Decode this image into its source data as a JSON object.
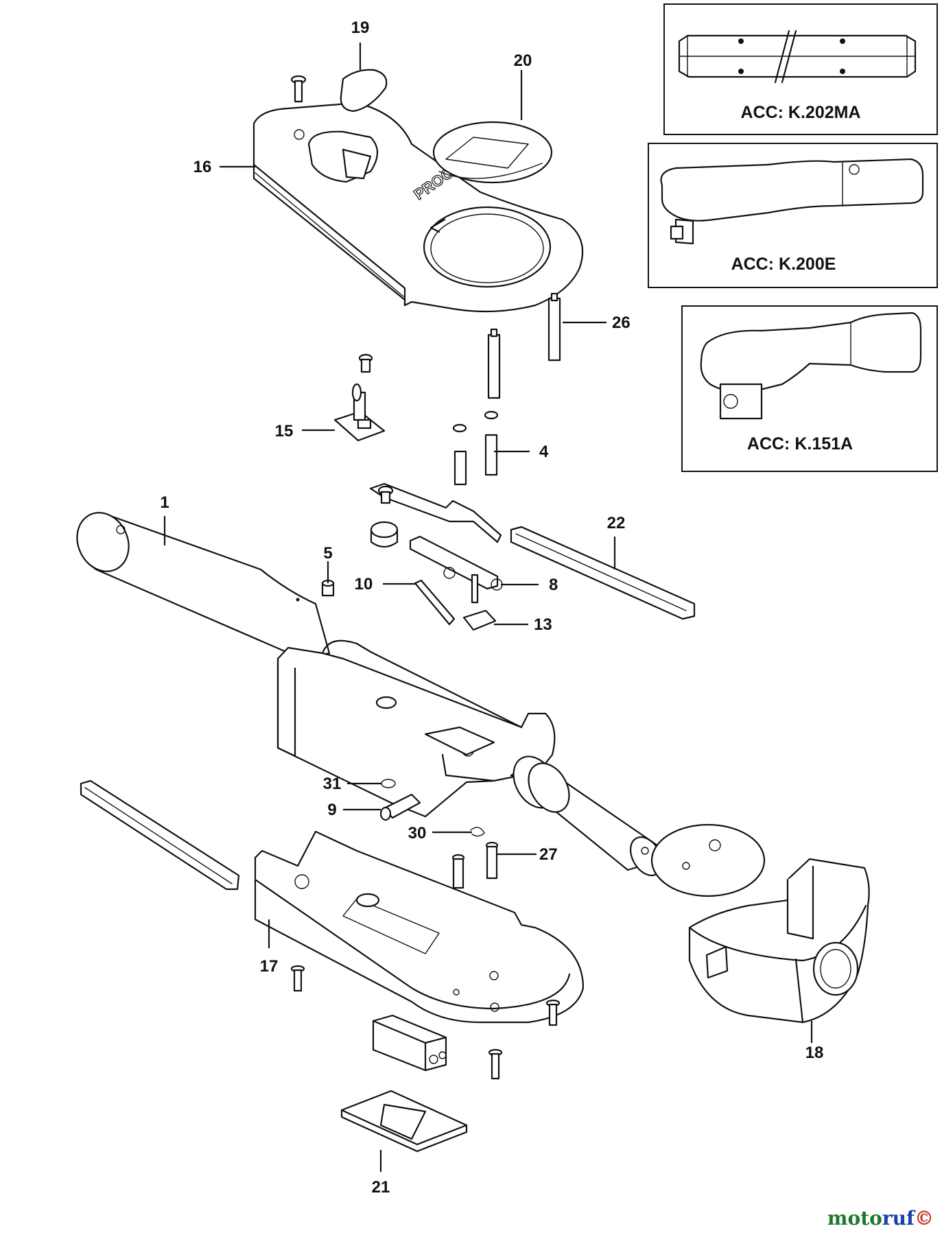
{
  "callouts": {
    "c1": "1",
    "c4": "4",
    "c5": "5",
    "c8": "8",
    "c9": "9",
    "c10": "10",
    "c13": "13",
    "c15": "15",
    "c16": "16",
    "c17": "17",
    "c18": "18",
    "c19": "19",
    "c20": "20",
    "c21": "21",
    "c22": "22",
    "c26": "26",
    "c27": "27",
    "c30": "30",
    "c31": "31"
  },
  "accessories": [
    {
      "label": "ACC: K.202MA"
    },
    {
      "label": "ACC: K.200E"
    },
    {
      "label": "ACC: K.151A"
    }
  ],
  "cover_text": "PROOM",
  "watermark": {
    "prefix": "moto",
    "suffix": "ruf",
    "symbol": "©",
    "colors": [
      "#1b7a2a",
      "#1a3fa8",
      "#c0392b"
    ]
  }
}
